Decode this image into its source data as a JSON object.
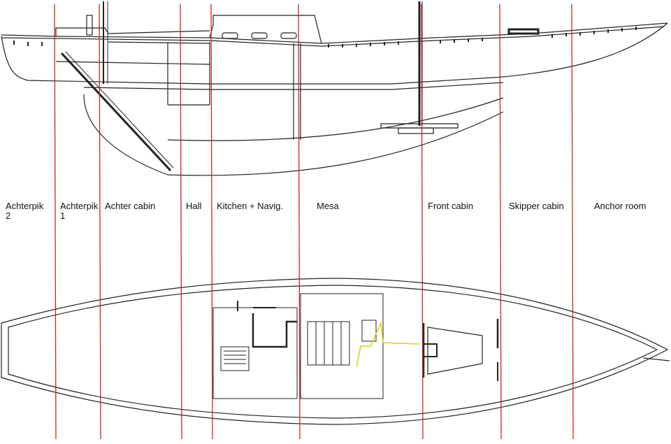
{
  "sections": [
    {
      "id": "achterpik-2",
      "line1": "Achterpik",
      "line2": "2"
    },
    {
      "id": "achterpik-1",
      "line1": "Achterpik",
      "line2": "1"
    },
    {
      "id": "achter-cabin",
      "line1": "Achter cabin",
      "line2": ""
    },
    {
      "id": "hall",
      "line1": "Hall",
      "line2": ""
    },
    {
      "id": "kitchen-navig",
      "line1": "Kitchen + Navig.",
      "line2": ""
    },
    {
      "id": "mesa",
      "line1": "Mesa",
      "line2": ""
    },
    {
      "id": "front-cabin",
      "line1": "Front cabin",
      "line2": ""
    },
    {
      "id": "skipper-cabin",
      "line1": "Skipper cabin",
      "line2": ""
    },
    {
      "id": "anchor-room",
      "line1": "Anchor room",
      "line2": ""
    }
  ],
  "colors": {
    "divider": "#d21f2a",
    "hull": "#222222",
    "accent": "#d8d400"
  }
}
